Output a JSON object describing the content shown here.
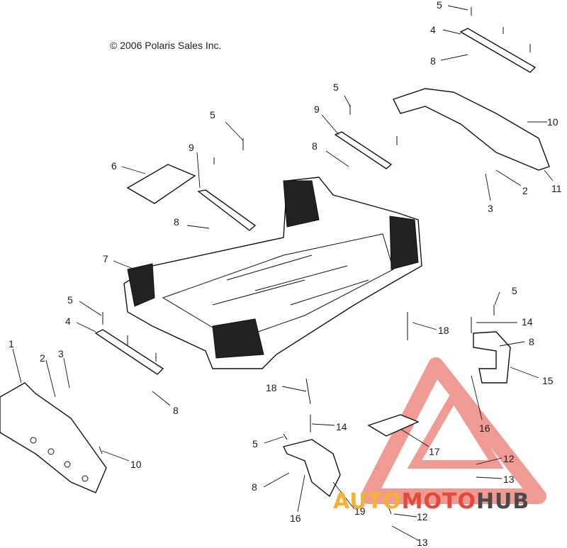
{
  "copyright": "© 2006 Polaris Sales Inc.",
  "watermark": {
    "brand_part1": "AUTO",
    "brand_part2": "MOTO",
    "brand_part3": "HUB",
    "colors": {
      "auto": "#f2b233",
      "moto": "#e24a3b",
      "hub": "#4a4a4a",
      "logo": "#e24a3b"
    }
  },
  "callouts": [
    {
      "id": "c5a",
      "label": "5"
    },
    {
      "id": "c4a",
      "label": "4"
    },
    {
      "id": "c8a",
      "label": "8"
    },
    {
      "id": "c5b",
      "label": "5"
    },
    {
      "id": "c9a",
      "label": "9"
    },
    {
      "id": "c8b",
      "label": "8"
    },
    {
      "id": "c10a",
      "label": "10"
    },
    {
      "id": "c11",
      "label": "11"
    },
    {
      "id": "c2a",
      "label": "2"
    },
    {
      "id": "c3a",
      "label": "3"
    },
    {
      "id": "c5c",
      "label": "5"
    },
    {
      "id": "c6",
      "label": "6"
    },
    {
      "id": "c9b",
      "label": "9"
    },
    {
      "id": "c8c",
      "label": "8"
    },
    {
      "id": "c7",
      "label": "7"
    },
    {
      "id": "c5d",
      "label": "5"
    },
    {
      "id": "c4b",
      "label": "4"
    },
    {
      "id": "c1",
      "label": "1"
    },
    {
      "id": "c2b",
      "label": "2"
    },
    {
      "id": "c3b",
      "label": "3"
    },
    {
      "id": "c8d",
      "label": "8"
    },
    {
      "id": "c10b",
      "label": "10"
    },
    {
      "id": "c18a",
      "label": "18"
    },
    {
      "id": "c5e",
      "label": "5"
    },
    {
      "id": "c14a",
      "label": "14"
    },
    {
      "id": "c8e",
      "label": "8"
    },
    {
      "id": "c15",
      "label": "15"
    },
    {
      "id": "c16a",
      "label": "16"
    },
    {
      "id": "c18b",
      "label": "18"
    },
    {
      "id": "c14b",
      "label": "14"
    },
    {
      "id": "c5f",
      "label": "5"
    },
    {
      "id": "c17",
      "label": "17"
    },
    {
      "id": "c12a",
      "label": "12"
    },
    {
      "id": "c13a",
      "label": "13"
    },
    {
      "id": "c8f",
      "label": "8"
    },
    {
      "id": "c16b",
      "label": "16"
    },
    {
      "id": "c19",
      "label": "19"
    },
    {
      "id": "c12b",
      "label": "12"
    },
    {
      "id": "c13b",
      "label": "13"
    }
  ]
}
